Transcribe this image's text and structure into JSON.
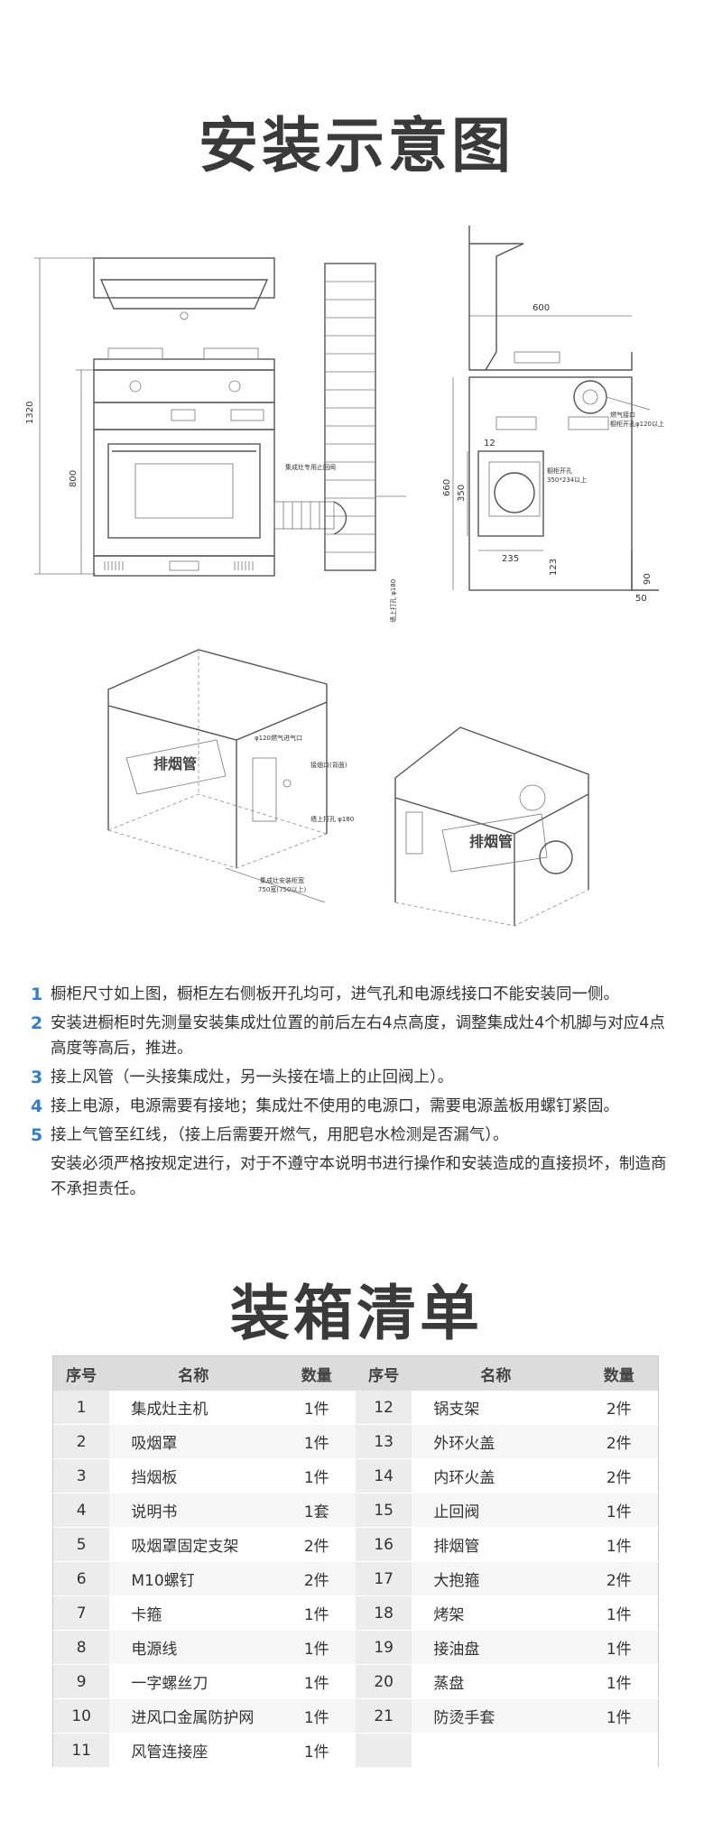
{
  "install": {
    "title": "安装示意图",
    "dims": {
      "h1320": "1320",
      "h800": "800",
      "w600": "600",
      "d12": "12",
      "d350": "350",
      "d660": "660",
      "d235": "235",
      "d123": "123",
      "d90": "90",
      "d50": "50"
    },
    "labels": {
      "gas_inlet": "燃气接口",
      "cabinet_hole": "橱柜开孔φ120以上",
      "cabinet_open": "橱柜开孔",
      "cabinet_open_size": "350*234以上",
      "pipe_note": "排烟管",
      "wall_hole": "墙上打孔 φ180",
      "wall_outlet": "集成灶专用止回阀",
      "back_outlet": "接烟口(背面)",
      "hole120": "φ120燃气进气口",
      "cabinet_width": "集成灶安装柜宽",
      "cabinet_width_val": "750宽(750以上)"
    }
  },
  "notes": [
    {
      "num": "1",
      "text": "橱柜尺寸如上图，橱柜左右侧板开孔均可，进气孔和电源线接口不能安装同一侧。"
    },
    {
      "num": "2",
      "text": "安装进橱柜时先测量安装集成灶位置的前后左右4点高度，调整集成灶4个机脚与对应4点高度等高后，推进。"
    },
    {
      "num": "3",
      "text": "接上风管（一头接集成灶，另一头接在墙上的止回阀上）。"
    },
    {
      "num": "4",
      "text": "接上电源，电源需要有接地；集成灶不使用的电源口，需要电源盖板用螺钉紧固。"
    },
    {
      "num": "5",
      "text": "接上气管至红线，（接上后需要开燃气，用肥皂水检测是否漏气）。"
    },
    {
      "num": "",
      "text": "安装必须严格按规定进行，对于不遵守本说明书进行操作和安装造成的直接损坏，制造商不承担责任。"
    }
  ],
  "packing": {
    "title": "装箱清单",
    "headers": {
      "idx": "序号",
      "name": "名称",
      "qty": "数量"
    },
    "left": [
      {
        "idx": "1",
        "name": "集成灶主机",
        "qty": "1件"
      },
      {
        "idx": "2",
        "name": "吸烟罩",
        "qty": "1件"
      },
      {
        "idx": "3",
        "name": "挡烟板",
        "qty": "1件"
      },
      {
        "idx": "4",
        "name": "说明书",
        "qty": "1套"
      },
      {
        "idx": "5",
        "name": "吸烟罩固定支架",
        "qty": "2件"
      },
      {
        "idx": "6",
        "name": "M10螺钉",
        "qty": "2件"
      },
      {
        "idx": "7",
        "name": "卡箍",
        "qty": "1件"
      },
      {
        "idx": "8",
        "name": "电源线",
        "qty": "1件"
      },
      {
        "idx": "9",
        "name": "一字螺丝刀",
        "qty": "1件"
      },
      {
        "idx": "10",
        "name": "进风口金属防护网",
        "qty": "1件"
      },
      {
        "idx": "11",
        "name": "风管连接座",
        "qty": "1件"
      }
    ],
    "right": [
      {
        "idx": "12",
        "name": "锅支架",
        "qty": "2件"
      },
      {
        "idx": "13",
        "name": "外环火盖",
        "qty": "2件"
      },
      {
        "idx": "14",
        "name": "内环火盖",
        "qty": "2件"
      },
      {
        "idx": "15",
        "name": "止回阀",
        "qty": "1件"
      },
      {
        "idx": "16",
        "name": "排烟管",
        "qty": "1件"
      },
      {
        "idx": "17",
        "name": "大抱箍",
        "qty": "2件"
      },
      {
        "idx": "18",
        "name": "烤架",
        "qty": "1件"
      },
      {
        "idx": "19",
        "name": "接油盘",
        "qty": "1件"
      },
      {
        "idx": "20",
        "name": "蒸盘",
        "qty": "1件"
      },
      {
        "idx": "21",
        "name": "防烫手套",
        "qty": "1件"
      },
      {
        "idx": "",
        "name": "",
        "qty": ""
      }
    ]
  }
}
